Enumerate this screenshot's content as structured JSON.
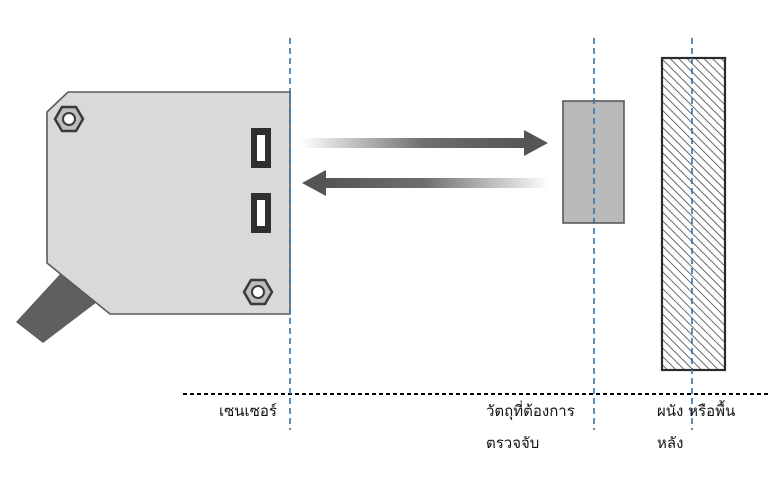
{
  "labels": {
    "sensor": "เซนเซอร์",
    "target_line1": "วัตถุที่ต้องการ",
    "target_line2": "ตรวจจับ",
    "background_line1": "ผนัง หรือพื้น",
    "background_line2": "หลัง"
  },
  "colors": {
    "sensor_body": "#d9d9d9",
    "outline": "#5a5a5a",
    "arrow": "#555555",
    "target_block": "#b9b9bc",
    "dashed_line": "#3a6fa8",
    "baseline": "#000000"
  },
  "icons": {
    "mount_holes": "hex-nut-icon",
    "indicator_windows": "led-window-icon"
  }
}
